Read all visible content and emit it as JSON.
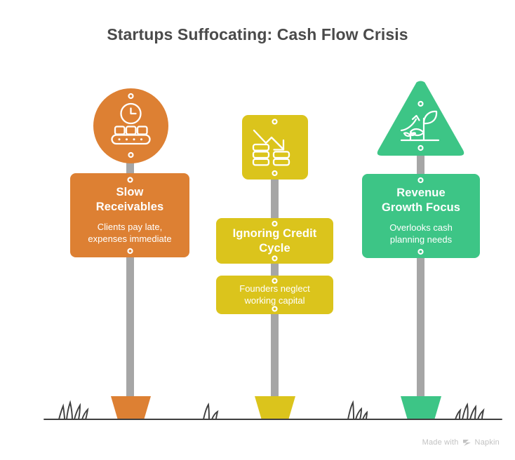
{
  "title": "Startups Suffocating: Cash Flow Crisis",
  "footer": {
    "made_with": "Made with",
    "brand": "Napkin",
    "logo_icon": "napkin-chevrons-logo"
  },
  "colors": {
    "background": "#ffffff",
    "title_text": "#4a4a4a",
    "orange": "#DD8033",
    "yellow": "#DBC41C",
    "green": "#3DC586",
    "post_gray": "#A6A6A6",
    "ground_line": "#3f3f3f",
    "plate_text": "#ffffff",
    "footer_text": "#c2c2c2"
  },
  "signs": [
    {
      "id": "slow-receivables",
      "color": "#DD8033",
      "head_shape": "circle",
      "icon": "clock-conveyor-belt-icon",
      "icon_description": "clock above a conveyor belt carrying three boxes",
      "title": "Slow\nReceivables",
      "title_lines": [
        "Slow",
        "Receivables"
      ],
      "description": "Clients pay late,\nexpenses immediate",
      "description_lines": [
        "Clients pay late,",
        "expenses immediate"
      ],
      "plates": 1,
      "base_shape": "trapezoid"
    },
    {
      "id": "ignoring-credit-cycle",
      "color": "#DBC41C",
      "head_shape": "square",
      "icon": "declining-arrow-coins-icon",
      "icon_description": "downward trending arrow over two stacks of coins",
      "title": "Ignoring Credit\nCycle",
      "title_lines": [
        "Ignoring Credit",
        "Cycle"
      ],
      "description": "Founders neglect\nworking capital",
      "description_lines": [
        "Founders neglect",
        "working capital"
      ],
      "plates": 2,
      "base_shape": "trapezoid"
    },
    {
      "id": "revenue-growth-focus",
      "color": "#3DC586",
      "head_shape": "triangle",
      "icon": "growing-plant-arrow-icon",
      "icon_description": "sprouting plant with leaves and an upward curving arrow",
      "title": "Revenue\nGrowth Focus",
      "title_lines": [
        "Revenue",
        "Growth Focus"
      ],
      "description": "Overlooks cash\nplanning needs",
      "description_lines": [
        "Overlooks cash",
        "planning needs"
      ],
      "plates": 1,
      "base_shape": "trapezoid"
    }
  ]
}
